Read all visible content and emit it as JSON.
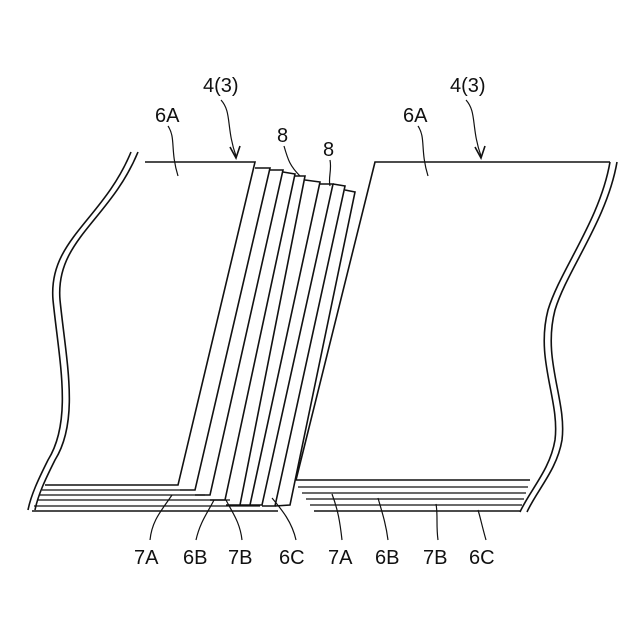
{
  "labels": {
    "ref_left": "4(3)",
    "ref_right": "4(3)",
    "top_left_6A": "6A",
    "top_right_6A": "6A",
    "left_8": "8",
    "right_8": "8",
    "bottom_left_7A": "7A",
    "bottom_left_6B": "6B",
    "bottom_left_7B": "7B",
    "bottom_left_6C": "6C",
    "bottom_right_7A": "7A",
    "bottom_right_6B": "6B",
    "bottom_right_7B": "7B",
    "bottom_right_6C": "6C"
  }
}
